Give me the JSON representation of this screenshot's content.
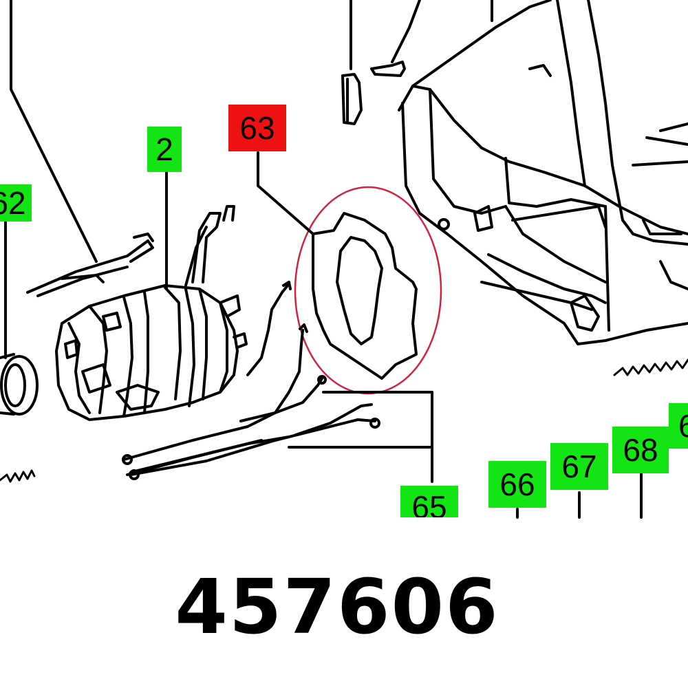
{
  "diagram": {
    "callouts": {
      "c62": "62",
      "c2": "2",
      "c63": "63",
      "c65": "65",
      "c66": "66",
      "c67": "67",
      "c68": "68",
      "c69": "6"
    },
    "highlight_color": "#ee1111",
    "label_color": "#13e413",
    "circle_color": "#d42040"
  },
  "part_number": "457606"
}
